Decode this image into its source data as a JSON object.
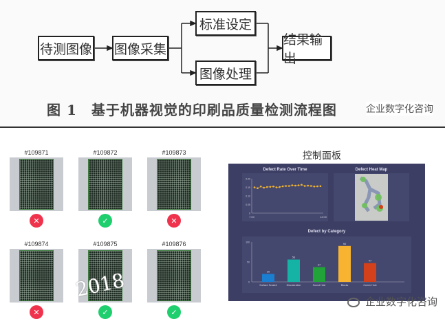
{
  "flowchart": {
    "nodes": [
      "待测图像",
      "图像采集",
      "标准设定",
      "图像处理",
      "结果输出"
    ],
    "caption": "图 1　基于机器视觉的印刷品质量检测流程图"
  },
  "watermark": "企业数字化咨询",
  "samples": [
    {
      "id": "#109871",
      "status": "fail",
      "icon": "✕"
    },
    {
      "id": "#109872",
      "status": "pass",
      "icon": "✓"
    },
    {
      "id": "#109873",
      "status": "fail",
      "icon": "✕"
    },
    {
      "id": "#109874",
      "status": "fail",
      "icon": "✕"
    },
    {
      "id": "#109875",
      "status": "pass",
      "icon": "✓"
    },
    {
      "id": "#109876",
      "status": "pass",
      "icon": "✓"
    }
  ],
  "year_overlay": "2018",
  "dashboard": {
    "title": "控制面板",
    "heatmap_title": "Defect Heat Map"
  },
  "chart_data": [
    {
      "type": "line",
      "title": "Defect Rate Over Time",
      "x_labels": [
        "7:00",
        "14:00"
      ],
      "yticks": [
        "0",
        "0.05",
        "0.10",
        "0.15",
        "0.20"
      ],
      "ylim": [
        0,
        0.2
      ],
      "values": [
        0.15,
        0.145,
        0.155,
        0.148,
        0.152,
        0.153,
        0.155,
        0.15,
        0.152,
        0.156,
        0.158,
        0.158,
        0.162,
        0.16,
        0.162,
        0.165,
        0.158,
        0.16,
        0.158,
        0.155,
        0.156,
        0.157
      ],
      "color": "#f5b731"
    },
    {
      "type": "bar",
      "title": "Defect by Category",
      "categories": [
        "Surface Scratch",
        "Discoloration",
        "Sound Hole",
        "Blocks",
        "Corner Hole"
      ],
      "values": [
        20,
        56,
        37,
        90,
        47
      ],
      "yticks": [
        "0",
        "50",
        "100"
      ],
      "ylim": [
        0,
        100
      ],
      "colors": [
        "#1a7fd1",
        "#14b3a6",
        "#22a33a",
        "#f8b431",
        "#d2401c"
      ]
    }
  ]
}
